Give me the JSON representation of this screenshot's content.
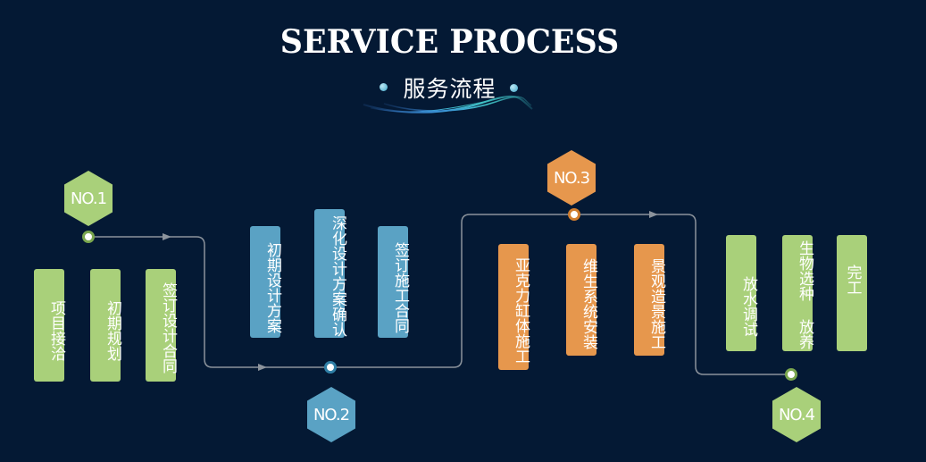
{
  "header": {
    "title_en": "SERVICE PROCESS",
    "title_cn": "服务流程"
  },
  "colors": {
    "background": "#041934",
    "green": "#a9d07a",
    "blue": "#5aa2c4",
    "orange": "#e6974d",
    "connector": "#8c939c"
  },
  "stages": [
    {
      "label": "NO.1",
      "color": "green",
      "steps": [
        "项目接洽",
        "初期规划",
        "签订设计合同"
      ]
    },
    {
      "label": "NO.2",
      "color": "blue",
      "steps": [
        "初期设计方案",
        "深化设计方案确认",
        "签订施工合同"
      ]
    },
    {
      "label": "NO.3",
      "color": "orange",
      "steps": [
        "亚克力缸体施工",
        "维生系统安装",
        "景观造景施工"
      ]
    },
    {
      "label": "NO.4",
      "color": "green",
      "steps": [
        "放水调试",
        "生物选种 放养",
        "完工"
      ]
    }
  ]
}
